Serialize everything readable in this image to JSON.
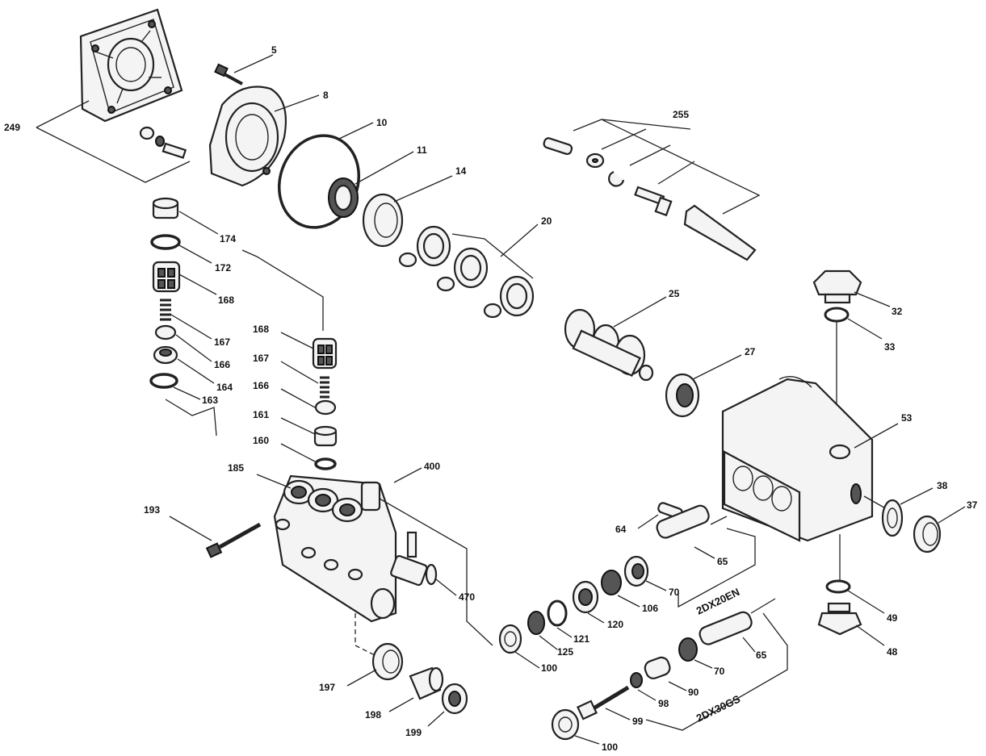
{
  "parts": [
    {
      "id": "p249",
      "text": "249"
    },
    {
      "id": "p5",
      "text": "5"
    },
    {
      "id": "p8",
      "text": "8"
    },
    {
      "id": "p10",
      "text": "10"
    },
    {
      "id": "p11",
      "text": "11"
    },
    {
      "id": "p14",
      "text": "14"
    },
    {
      "id": "p20",
      "text": "20"
    },
    {
      "id": "p25",
      "text": "25"
    },
    {
      "id": "p27",
      "text": "27"
    },
    {
      "id": "p255",
      "text": "255"
    },
    {
      "id": "p32",
      "text": "32"
    },
    {
      "id": "p33",
      "text": "33"
    },
    {
      "id": "p53",
      "text": "53"
    },
    {
      "id": "p38",
      "text": "38"
    },
    {
      "id": "p37",
      "text": "37"
    },
    {
      "id": "p49",
      "text": "49"
    },
    {
      "id": "p48",
      "text": "48"
    },
    {
      "id": "p174",
      "text": "174"
    },
    {
      "id": "p172",
      "text": "172"
    },
    {
      "id": "p168a",
      "text": "168"
    },
    {
      "id": "p167a",
      "text": "167"
    },
    {
      "id": "p166a",
      "text": "166"
    },
    {
      "id": "p164",
      "text": "164"
    },
    {
      "id": "p163",
      "text": "163"
    },
    {
      "id": "p168b",
      "text": "168"
    },
    {
      "id": "p167b",
      "text": "167"
    },
    {
      "id": "p166b",
      "text": "166"
    },
    {
      "id": "p161",
      "text": "161"
    },
    {
      "id": "p160",
      "text": "160"
    },
    {
      "id": "p185",
      "text": "185"
    },
    {
      "id": "p400",
      "text": "400"
    },
    {
      "id": "p193",
      "text": "193"
    },
    {
      "id": "p470",
      "text": "470"
    },
    {
      "id": "p197",
      "text": "197"
    },
    {
      "id": "p198",
      "text": "198"
    },
    {
      "id": "p199",
      "text": "199"
    },
    {
      "id": "p64",
      "text": "64"
    },
    {
      "id": "p65a",
      "text": "65"
    },
    {
      "id": "p70a",
      "text": "70"
    },
    {
      "id": "p106",
      "text": "106"
    },
    {
      "id": "p120",
      "text": "120"
    },
    {
      "id": "p121",
      "text": "121"
    },
    {
      "id": "p125",
      "text": "125"
    },
    {
      "id": "p100a",
      "text": "100"
    },
    {
      "id": "p65b",
      "text": "65"
    },
    {
      "id": "p70b",
      "text": "70"
    },
    {
      "id": "p90",
      "text": "90"
    },
    {
      "id": "p98",
      "text": "98"
    },
    {
      "id": "p99",
      "text": "99"
    },
    {
      "id": "p100b",
      "text": "100"
    }
  ],
  "groups": {
    "g2dx20en": "2DX20EN",
    "g2dx30gs": "2DX30GS"
  }
}
